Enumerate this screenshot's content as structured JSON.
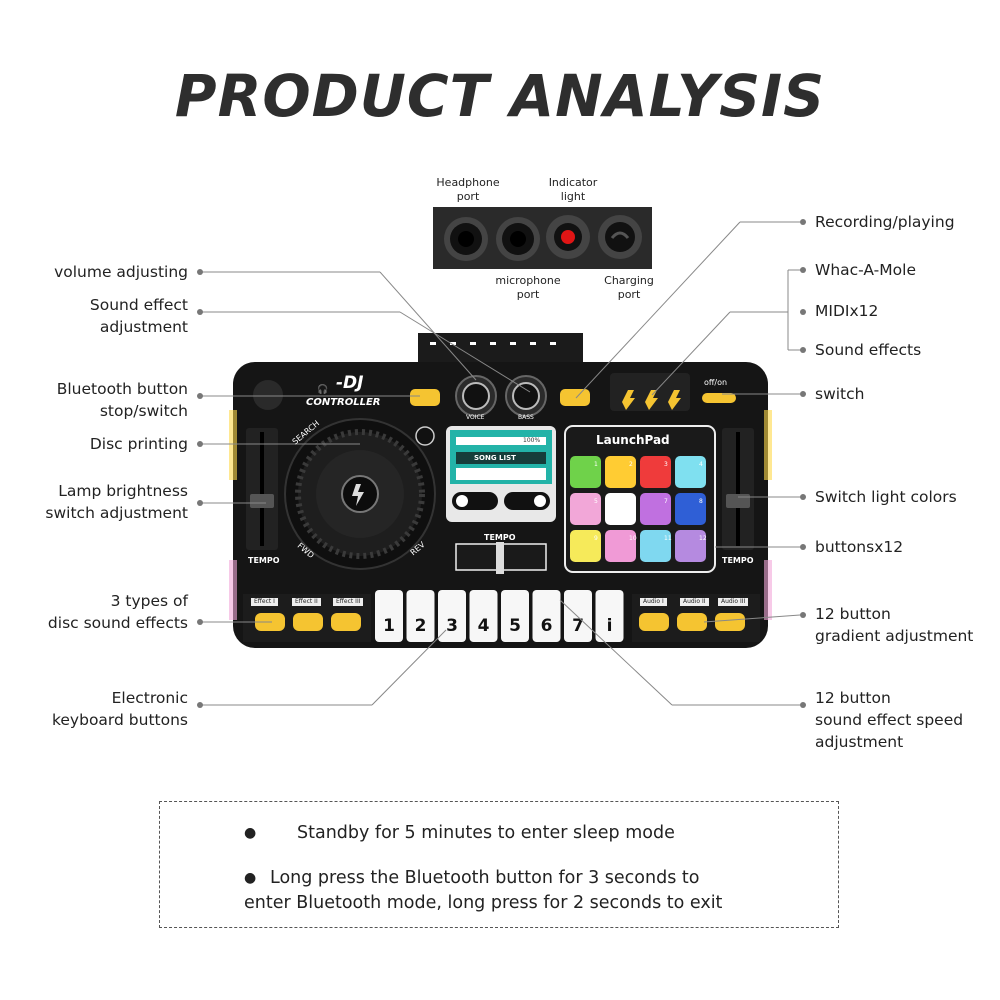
{
  "title": "PRODUCT ANALYSIS",
  "ports": {
    "headphone": "Headphone port",
    "indicator": "Indicator light",
    "microphone": "microphone port",
    "charging": "Charging port"
  },
  "left_labels": {
    "volume": "volume adjusting",
    "sound_effect_1": "Sound effect",
    "sound_effect_2": "adjustment",
    "bluetooth_1": "Bluetooth button",
    "bluetooth_2": "stop/switch",
    "disc": "Disc printing",
    "lamp_1": "Lamp brightness",
    "lamp_2": "switch adjustment",
    "disc_effects_1": "3 types of",
    "disc_effects_2": "disc sound effects",
    "keyboard_1": "Electronic",
    "keyboard_2": "keyboard buttons"
  },
  "right_labels": {
    "recording": "Recording/playing",
    "whac": "Whac-A-Mole",
    "midi": "MIDIx12",
    "sound_effects": "Sound effects",
    "switch": "switch",
    "light_colors": "Switch light colors",
    "buttons": "buttonsx12",
    "gradient_1": "12 button",
    "gradient_2": "gradient adjustment",
    "speed_1": "12 button",
    "speed_2": "sound effect speed",
    "speed_3": "adjustment"
  },
  "device": {
    "logo_top": "-DJ",
    "logo_bottom": "CONTROLLER",
    "search": "SEARCH",
    "fwd": "FWD",
    "rev": "REV",
    "voice": "VOICE",
    "bass": "BASS",
    "offon": "off/on",
    "launchpad": "LaunchPad",
    "song_list": "SONG LIST",
    "percent": "100%",
    "tempo_left": "TEMPO",
    "tempo_right": "TEMPO",
    "tempo_center": "TEMPO",
    "effects": [
      "Effect I",
      "Effect II",
      "Effect III"
    ],
    "audios": [
      "Audio I",
      "Audio II",
      "Audio III"
    ],
    "keys": [
      "1",
      "2",
      "3",
      "4",
      "5",
      "6",
      "7",
      "i"
    ],
    "pad_colors": [
      "#6fd24a",
      "#ffcc33",
      "#ef3b3b",
      "#7fe0f0",
      "#f2a7d8",
      "#ffffff",
      "#c070e0",
      "#2f5fd6",
      "#f6ea5a",
      "#f09ad6",
      "#7fd8f0",
      "#b58ae0"
    ],
    "pad_numbers": [
      "1",
      "2",
      "3",
      "4",
      "5",
      "6",
      "7",
      "8",
      "9",
      "10",
      "11",
      "12"
    ]
  },
  "notes": {
    "line1": "Standby for 5 minutes to enter sleep mode",
    "line2a": "Long press the Bluetooth button for 3 seconds to",
    "line2b": "enter Bluetooth mode, long press for 2 seconds to exit"
  }
}
